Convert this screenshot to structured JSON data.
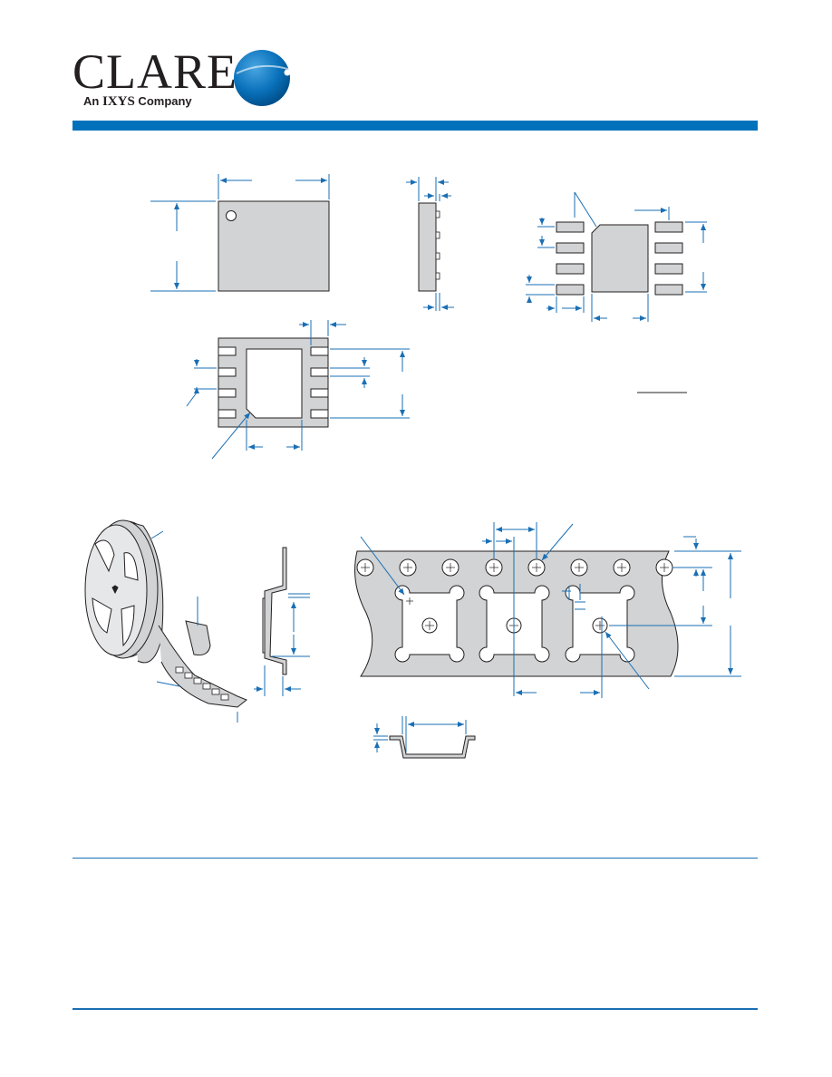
{
  "header": {
    "logo_text": "CLARE",
    "tagline_an": "An ",
    "tagline_brand": "IXYS",
    "tagline_rest": " Company"
  },
  "colors": {
    "brand_blue": "#0072bc",
    "dimension_blue": "#1a6fb4",
    "part_fill": "#d1d3d4",
    "line_black": "#231f20"
  },
  "icons": {
    "globe": "clare-globe-icon"
  }
}
